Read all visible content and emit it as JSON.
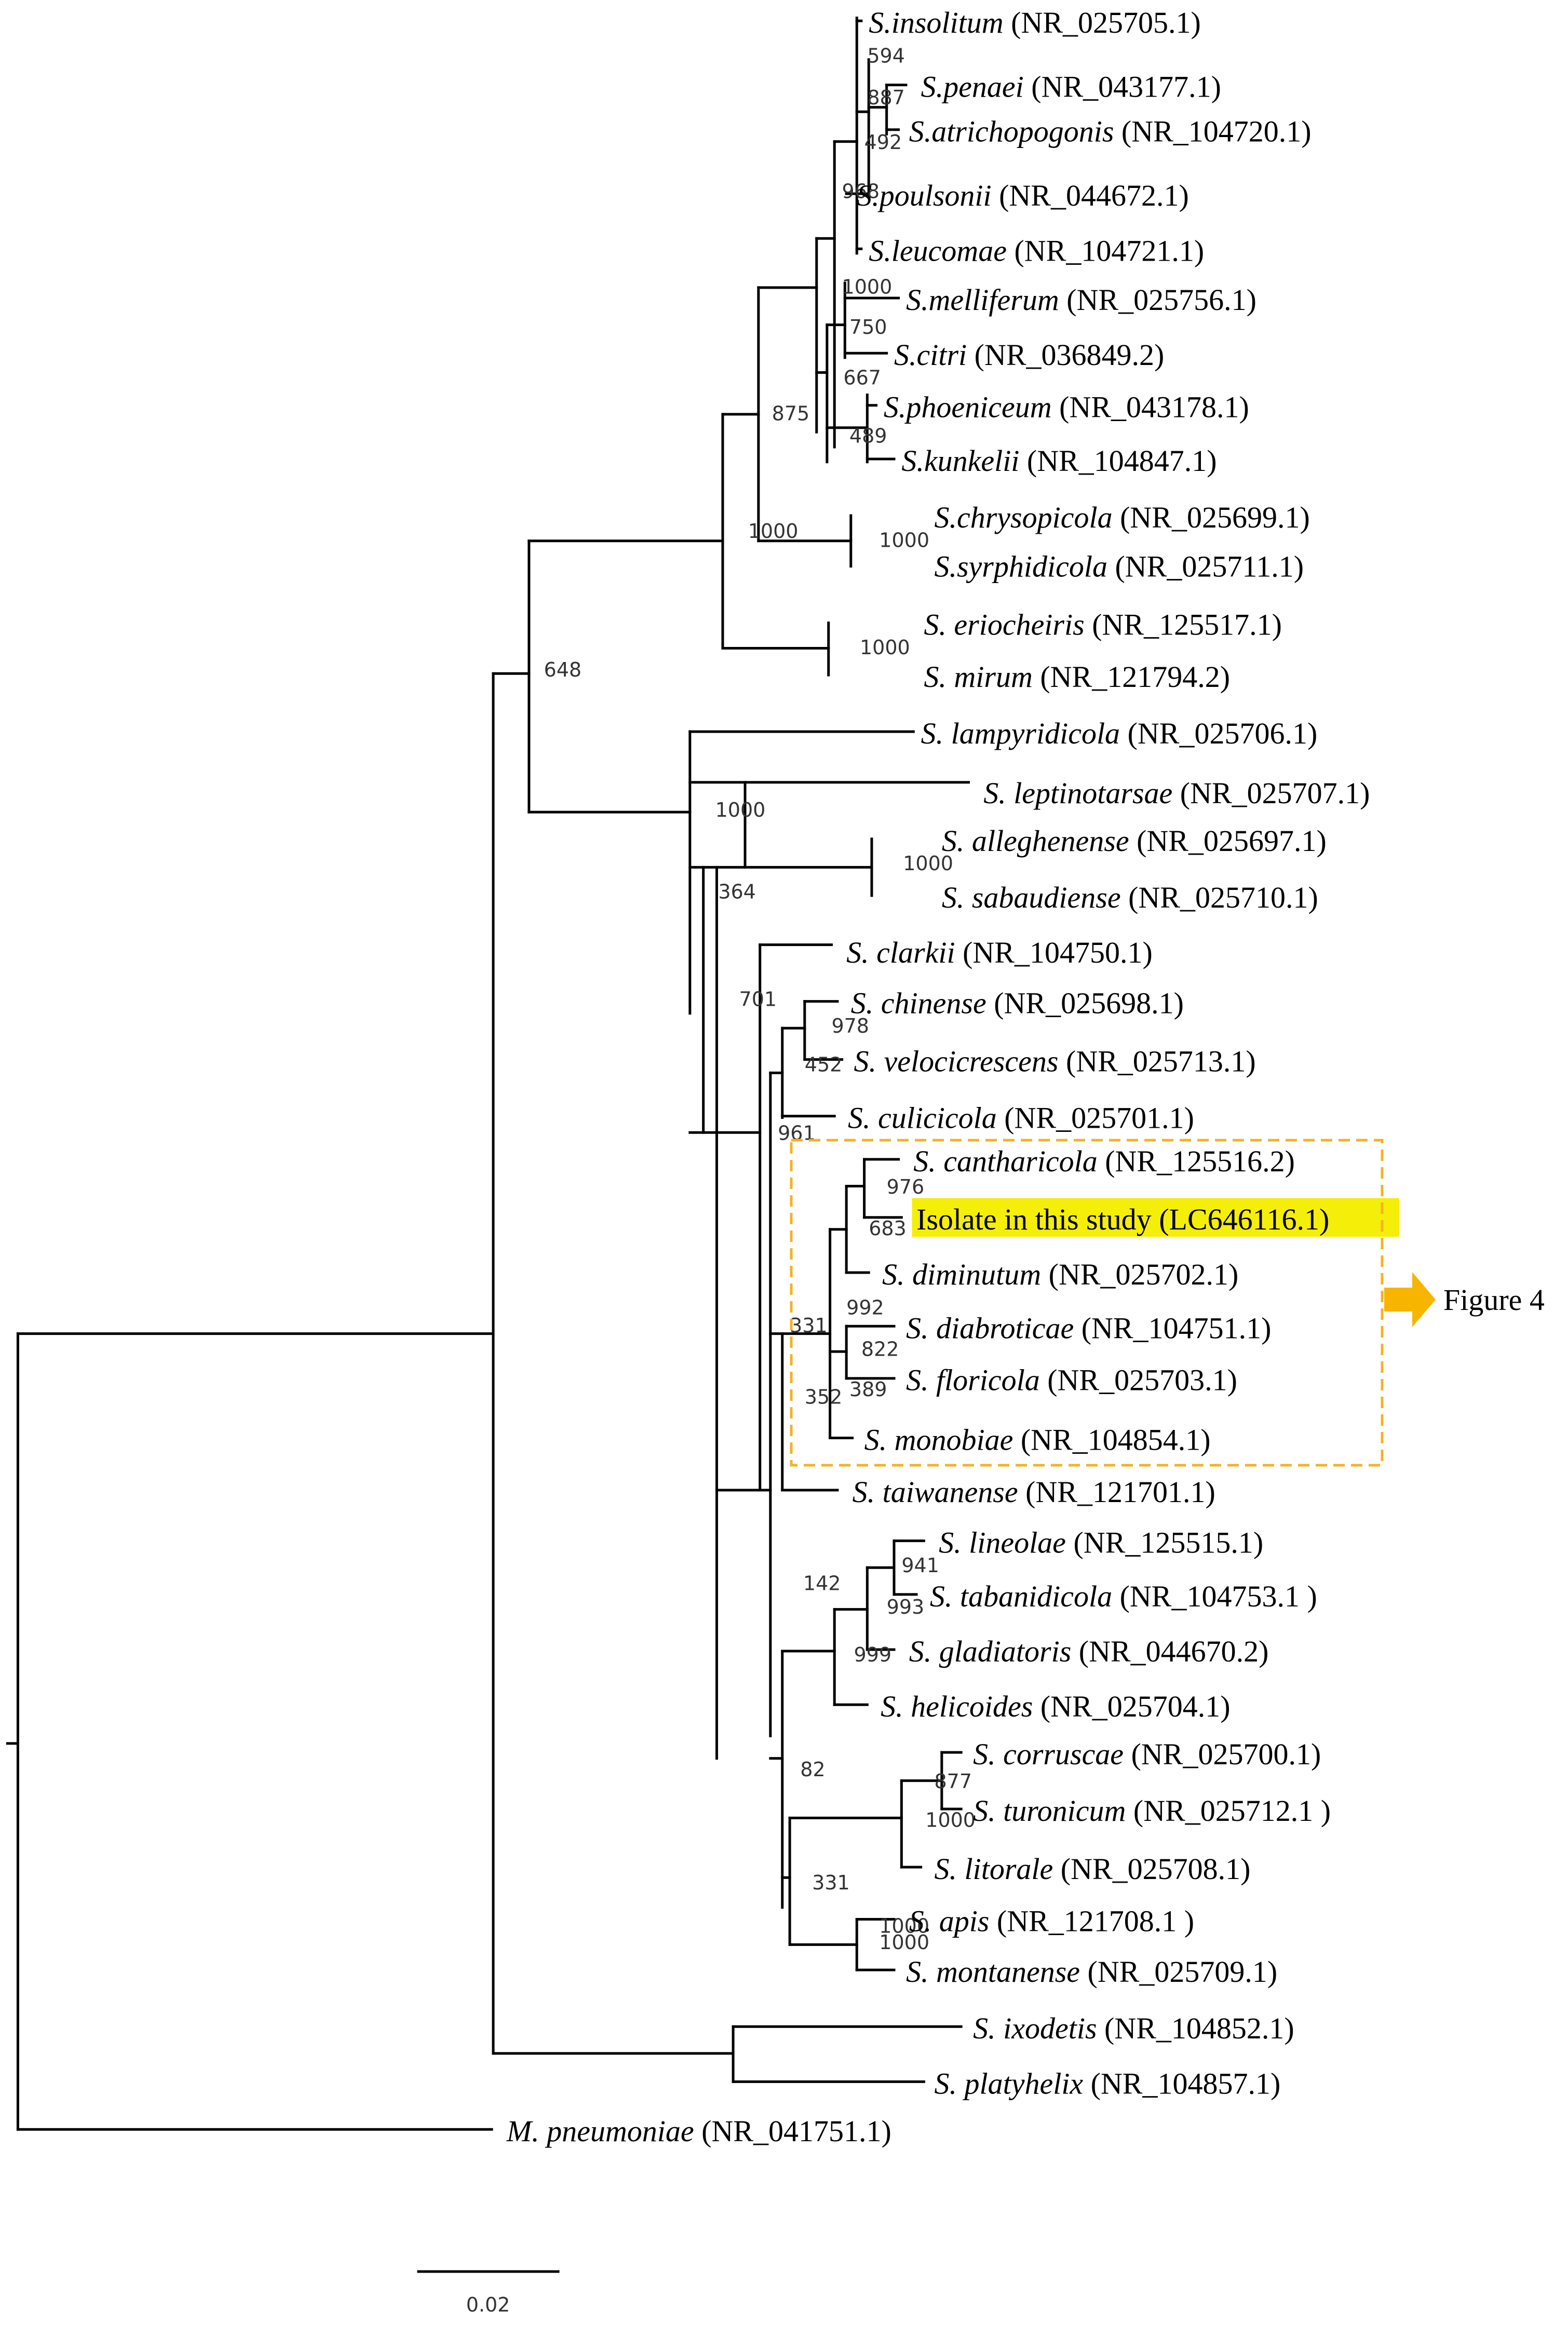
{
  "taxa": [
    {
      "name": "S.insolitum",
      "accession": "(NR_025705.1)"
    },
    {
      "name": "S.penaei",
      "accession": "(NR_043177.1)"
    },
    {
      "name": "S.atrichopogonis",
      "accession": "(NR_104720.1)"
    },
    {
      "name": "S.poulsonii",
      "accession": "(NR_044672.1)"
    },
    {
      "name": "S.leucomae",
      "accession": "(NR_104721.1)"
    },
    {
      "name": "S.melliferum",
      "accession": "(NR_025756.1)"
    },
    {
      "name": "S.citri",
      "accession": "(NR_036849.2)"
    },
    {
      "name": "S.phoeniceum",
      "accession": "(NR_043178.1)"
    },
    {
      "name": "S.kunkelii",
      "accession": "(NR_104847.1)"
    },
    {
      "name": "S.chrysopicola",
      "accession": "(NR_025699.1)"
    },
    {
      "name": "S.syrphidicola",
      "accession": "(NR_025711.1)"
    },
    {
      "name": "S. eriocheiris",
      "accession": "(NR_125517.1)"
    },
    {
      "name": "S. mirum",
      "accession": "(NR_121794.2)"
    },
    {
      "name": "S. lampyridicola",
      "accession": "(NR_025706.1)"
    },
    {
      "name": "S. leptinotarsae",
      "accession": "(NR_025707.1)"
    },
    {
      "name": "S. alleghenense",
      "accession": "(NR_025697.1)"
    },
    {
      "name": "S. sabaudiense",
      "accession": "(NR_025710.1)"
    },
    {
      "name": "S. clarkii",
      "accession": " (NR_104750.1)"
    },
    {
      "name": "S. chinense",
      "accession": "(NR_025698.1)"
    },
    {
      "name": "S. velocicrescens",
      "accession": "(NR_025713.1)"
    },
    {
      "name": "S. culicicola",
      "accession": "(NR_025701.1)"
    },
    {
      "name": "S. cantharicola",
      "accession": "(NR_125516.2)"
    },
    {
      "name": "",
      "accession": "",
      "highlight": "Isolate in this study (LC646116.1)"
    },
    {
      "name": "S. diminutum",
      "accession": "(NR_025702.1)"
    },
    {
      "name": "S. diabroticae",
      "accession": "(NR_104751.1)"
    },
    {
      "name": "S. floricola",
      "accession": "(NR_025703.1)"
    },
    {
      "name": "S. monobiae",
      "accession": "(NR_104854.1)"
    },
    {
      "name": "S. taiwanense",
      "accession": "(NR_121701.1)"
    },
    {
      "name": "S. lineolae",
      "accession": "(NR_125515.1)"
    },
    {
      "name": "S. tabanidicola",
      "accession": "(NR_104753.1 )"
    },
    {
      "name": "S. gladiatoris",
      "accession": " (NR_044670.2)"
    },
    {
      "name": "S. helicoides",
      "accession": "(NR_025704.1)"
    },
    {
      "name": "S. corruscae",
      "accession": "(NR_025700.1)"
    },
    {
      "name": "S. turonicum",
      "accession": "(NR_025712.1 )"
    },
    {
      "name": "S. litorale",
      "accession": " (NR_025708.1)"
    },
    {
      "name": "S. apis",
      "accession": "(NR_121708.1 )"
    },
    {
      "name": "S. montanense",
      "accession": "(NR_025709.1)"
    },
    {
      "name": "S. ixodetis",
      "accession": "(NR_104852.1)"
    },
    {
      "name": "S. platyhelix",
      "accession": "(NR_104857.1)"
    },
    {
      "name": "M. pneumoniae",
      "accession": "(NR_041751.1)"
    }
  ],
  "bootstrap": [
    "594",
    "887",
    "492",
    "968",
    "1000",
    "750",
    "667",
    "489",
    "875",
    "1000",
    "1000",
    "1000",
    "648",
    "1000",
    "1000",
    "364",
    "701",
    "978",
    "452",
    "961",
    "976",
    "683",
    "992",
    "331",
    "822",
    "389",
    "352",
    "941",
    "993",
    "999",
    "142",
    "877",
    "1000",
    "82",
    "1000",
    "331",
    "1000"
  ],
  "callout": {
    "label": "Figure 4",
    "box_color": "#f3b324",
    "arrow_color": "#f7b500"
  },
  "highlight_color": "#f5ee08",
  "scale_bar": {
    "label": "0.02"
  }
}
